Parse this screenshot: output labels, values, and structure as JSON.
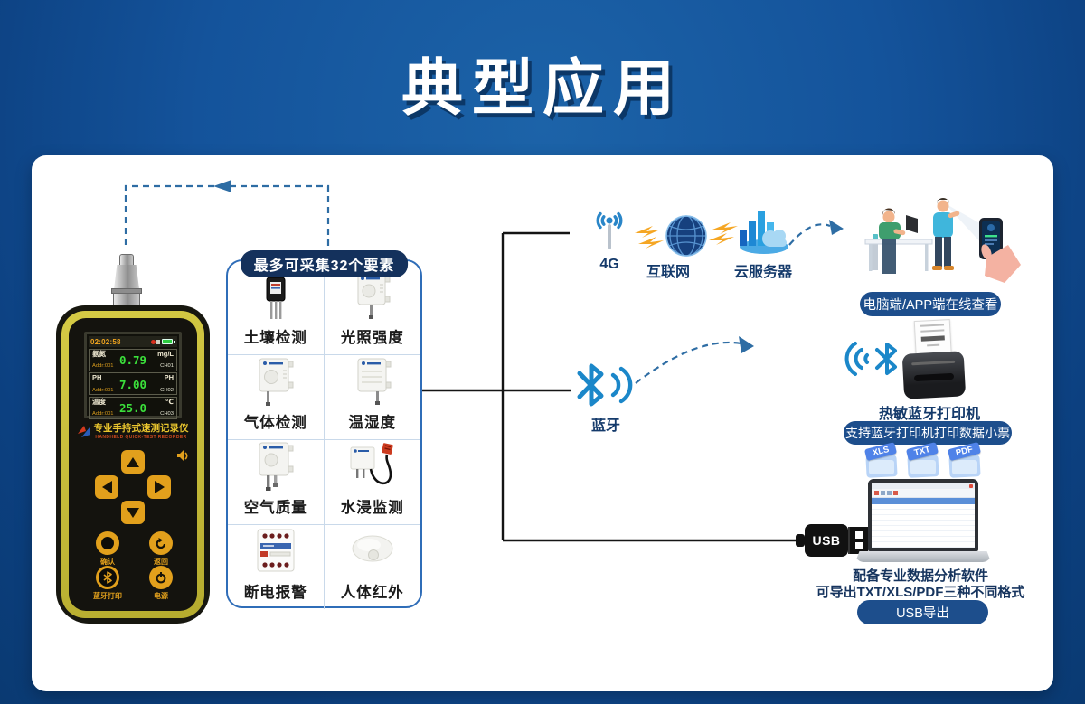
{
  "title": "典型应用",
  "device": {
    "time": "02:02:58",
    "brand_cn": "专业手持式速测记录仪",
    "brand_en": "HANDHELD QUICK-TEST RECORDER",
    "readings": [
      {
        "name": "氨氮",
        "unit": "mg/L",
        "value": "0.79",
        "addr": "Addr:001",
        "ch": "CH01"
      },
      {
        "name": "PH",
        "unit": "PH",
        "value": "7.00",
        "addr": "Addr:001",
        "ch": "CH02"
      },
      {
        "name": "温度",
        "unit": "℃",
        "value": "25.0",
        "addr": "Addr:001",
        "ch": "CH03"
      }
    ],
    "buttons": [
      {
        "label": "确认"
      },
      {
        "label": "返回"
      },
      {
        "label": "蓝牙打印"
      },
      {
        "label": "电源"
      }
    ]
  },
  "sensor_panel": {
    "header": "最多可采集32个要素",
    "items": [
      {
        "label": "土壤检测"
      },
      {
        "label": "光照强度"
      },
      {
        "label": "气体检测"
      },
      {
        "label": "温湿度"
      },
      {
        "label": "空气质量"
      },
      {
        "label": "水浸监测"
      },
      {
        "label": "断电报警"
      },
      {
        "label": "人体红外"
      }
    ]
  },
  "cloud_path": {
    "label_4g": "4G",
    "label_internet": "互联网",
    "label_cloud": "云服务器",
    "caption": "电脑端/APP端在线查看"
  },
  "bluetooth_path": {
    "label": "蓝牙",
    "printer_title": "热敏蓝牙打印机",
    "caption": "支持蓝牙打印机打印数据小票"
  },
  "usb_path": {
    "plug_label": "USB",
    "file_types": [
      "XLS",
      "TXT",
      "PDF"
    ],
    "note_line1": "配备专业数据分析软件",
    "note_line2": "可导出TXT/XLS/PDF三种不同格式",
    "caption": "USB导出"
  },
  "colors": {
    "background_blue": "#14539b",
    "pill_navy": "#1d4e8c",
    "header_pill_navy": "#14315c",
    "accent_blue": "#1b87c9",
    "device_yellow": "#c9bf3a",
    "screen_green": "#3be03b",
    "line_black": "#141414"
  }
}
